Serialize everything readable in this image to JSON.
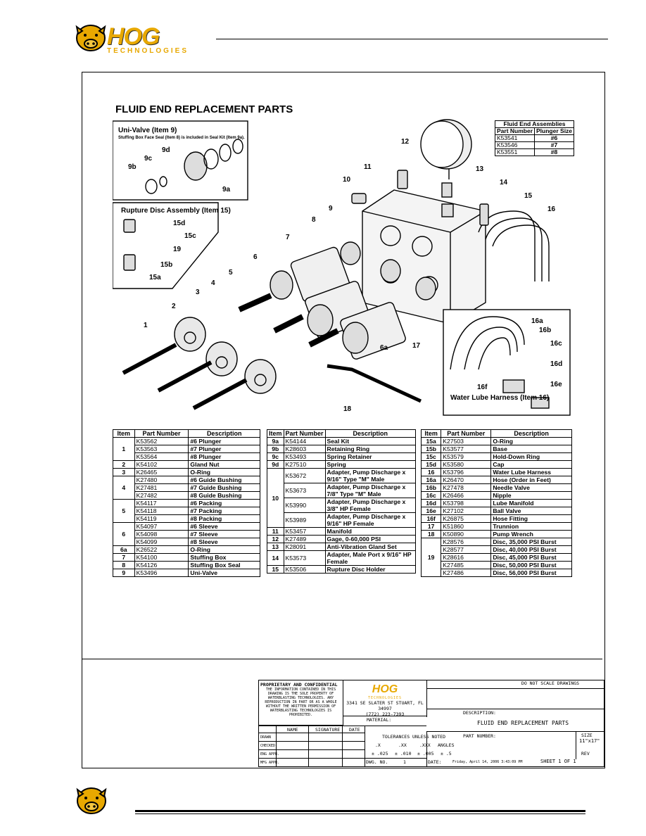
{
  "header": {
    "brand": "HOG",
    "brand_sub": "TECHNOLOGIES"
  },
  "title": "FLUID END REPLACEMENT PARTS",
  "univalve": {
    "heading": "Uni-Valve (Item 9)",
    "note": "Stuffing Box Face Seal (Item 8) is included in Seal Kit (Item 9a).",
    "labels": [
      "9d",
      "9c",
      "9b",
      "9a"
    ]
  },
  "rupture": {
    "heading": "Rupture Disc Assembly (Item 15)",
    "labels": [
      "15d",
      "15c",
      "19",
      "15b",
      "15a"
    ]
  },
  "callouts": [
    "1",
    "2",
    "3",
    "4",
    "5",
    "6",
    "6a",
    "7",
    "8",
    "9",
    "10",
    "11",
    "12",
    "13",
    "14",
    "15",
    "16",
    "17",
    "18"
  ],
  "harness": {
    "labels": [
      "16a",
      "16b",
      "16c",
      "16d",
      "16e",
      "16f"
    ],
    "caption": "Water Lube Harness (Item 16)"
  },
  "assemblies": {
    "title": "Fluid End Assemblies",
    "headers": [
      "Part Number",
      "Plunger Size"
    ],
    "rows": [
      [
        "K53541",
        "#6"
      ],
      [
        "K53546",
        "#7"
      ],
      [
        "K53551",
        "#8"
      ]
    ]
  },
  "table1": {
    "headers": [
      "Item",
      "Part Number",
      "Description"
    ],
    "rows": [
      {
        "item": "1",
        "parts": [
          [
            "K53562",
            "#6 Plunger"
          ],
          [
            "K53563",
            "#7 Plunger"
          ],
          [
            "K53564",
            "#8 Plunger"
          ]
        ]
      },
      {
        "item": "2",
        "parts": [
          [
            "K54102",
            "Gland Nut"
          ]
        ]
      },
      {
        "item": "3",
        "parts": [
          [
            "K26465",
            "O-Ring"
          ]
        ]
      },
      {
        "item": "4",
        "parts": [
          [
            "K27480",
            "#6 Guide Bushing"
          ],
          [
            "K27481",
            "#7 Guide Bushing"
          ],
          [
            "K27482",
            "#8 Guide Bushing"
          ]
        ]
      },
      {
        "item": "5",
        "parts": [
          [
            "K54117",
            "#6 Packing"
          ],
          [
            "K54118",
            "#7 Packing"
          ],
          [
            "K54119",
            "#8 Packing"
          ]
        ]
      },
      {
        "item": "6",
        "parts": [
          [
            "K54097",
            "#6 Sleeve"
          ],
          [
            "K54098",
            "#7 Sleeve"
          ],
          [
            "K54099",
            "#8 Sleeve"
          ]
        ]
      },
      {
        "item": "6a",
        "parts": [
          [
            "K26522",
            "O-Ring"
          ]
        ]
      },
      {
        "item": "7",
        "parts": [
          [
            "K54100",
            "Stuffing Box"
          ]
        ]
      },
      {
        "item": "8",
        "parts": [
          [
            "K54126",
            "Stuffing Box Seal"
          ]
        ]
      },
      {
        "item": "9",
        "parts": [
          [
            "K53496",
            "Uni-Valve"
          ]
        ]
      }
    ]
  },
  "table2": {
    "headers": [
      "Item",
      "Part Number",
      "Description"
    ],
    "rows": [
      {
        "item": "9a",
        "parts": [
          [
            "K54144",
            "Seal Kit"
          ]
        ]
      },
      {
        "item": "9b",
        "parts": [
          [
            "K28603",
            "Retaining Ring"
          ]
        ]
      },
      {
        "item": "9c",
        "parts": [
          [
            "K53493",
            "Spring Retainer"
          ]
        ]
      },
      {
        "item": "9d",
        "parts": [
          [
            "K27510",
            "Spring"
          ]
        ]
      },
      {
        "item": "10",
        "parts": [
          [
            "K53672",
            "Adapter, Pump Discharge x 9/16\" Type \"M\" Male"
          ],
          [
            "K53673",
            "Adapter, Pump Discharge x 7/8\" Type \"M\" Male"
          ],
          [
            "K53990",
            "Adapter, Pump Discharge x 3/8\" HP Female"
          ],
          [
            "K53989",
            "Adapter, Pump Discharge x 9/16\" HP Female"
          ]
        ]
      },
      {
        "item": "11",
        "parts": [
          [
            "K53457",
            "Manifold"
          ]
        ]
      },
      {
        "item": "12",
        "parts": [
          [
            "K27489",
            "Gage, 0-60,000 PSI"
          ]
        ]
      },
      {
        "item": "13",
        "parts": [
          [
            "K28091",
            "Anti-Vibration Gland Set"
          ]
        ]
      },
      {
        "item": "14",
        "parts": [
          [
            "K53573",
            "Adapter, Male Port x 9/16\" HP Female"
          ]
        ]
      },
      {
        "item": "15",
        "parts": [
          [
            "K53506",
            "Rupture Disc Holder"
          ]
        ]
      }
    ]
  },
  "table3": {
    "headers": [
      "Item",
      "Part Number",
      "Description"
    ],
    "rows": [
      {
        "item": "15a",
        "parts": [
          [
            "K27503",
            "O-Ring"
          ]
        ]
      },
      {
        "item": "15b",
        "parts": [
          [
            "K53577",
            "Base"
          ]
        ]
      },
      {
        "item": "15c",
        "parts": [
          [
            "K53579",
            "Hold-Down Ring"
          ]
        ]
      },
      {
        "item": "15d",
        "parts": [
          [
            "K53580",
            "Cap"
          ]
        ]
      },
      {
        "item": "16",
        "parts": [
          [
            "K53796",
            "Water Lube Harness"
          ]
        ]
      },
      {
        "item": "16a",
        "parts": [
          [
            "K26470",
            "Hose (Order in Feet)"
          ]
        ]
      },
      {
        "item": "16b",
        "parts": [
          [
            "K27478",
            "Needle Valve"
          ]
        ]
      },
      {
        "item": "16c",
        "parts": [
          [
            "K26466",
            "Nipple"
          ]
        ]
      },
      {
        "item": "16d",
        "parts": [
          [
            "K53798",
            "Lube Manifold"
          ]
        ]
      },
      {
        "item": "16e",
        "parts": [
          [
            "K27102",
            "Ball Valve"
          ]
        ]
      },
      {
        "item": "16f",
        "parts": [
          [
            "K26875",
            "Hose Fitting"
          ]
        ]
      },
      {
        "item": "17",
        "parts": [
          [
            "K51860",
            "Trunnion"
          ]
        ]
      },
      {
        "item": "18",
        "parts": [
          [
            "K50890",
            "Pump Wrench"
          ]
        ]
      },
      {
        "item": "19",
        "parts": [
          [
            "K28576",
            "Disc, 35,000 PSI Burst"
          ],
          [
            "K28577",
            "Disc, 40,000 PSI Burst"
          ],
          [
            "K28616",
            "Disc, 45,000 PSI Burst"
          ],
          [
            "K27485",
            "Disc, 50,000 PSI Burst"
          ],
          [
            "K27486",
            "Disc, 56,000 PSI Burst"
          ]
        ]
      }
    ]
  },
  "titleblock": {
    "prop_title": "PROPRIETARY AND CONFIDENTIAL",
    "prop_text": "THE INFORMATION CONTAINED IN THIS DRAWING IS THE SOLE PROPERTY OF WATERBLASTING TECHNOLOGIES. ANY REPRODUCTION IN PART OR AS A WHOLE WITHOUT THE WRITTEN PERMISSION OF WATERBLASTING TECHNOLOGIES IS PROHIBITED.",
    "address": "3341 SE SLATER ST STUART, FL 34997",
    "phone": "(772) 223-7393",
    "material": "MATERIAL:",
    "no_scale": "DO NOT SCALE DRAWINGS",
    "description_label": "DESCRIPTION:",
    "description": "FLUID END REPLACEMENT PARTS",
    "part_number": "PART NUMBER:",
    "size_label": "SIZE",
    "size": "11\"x17\"",
    "rev": "REV",
    "sheet": "SHEET 1 OF 1",
    "date_label": "DATE:",
    "date": "Friday, April 14, 2006 3:43:09 PM",
    "dwg_label": "DWG. NO.",
    "dwg": "1",
    "tolerances": "TOLERANCES UNLESS NOTED",
    "tol_heads": [
      ".X",
      ".XX",
      ".XXX",
      "ANGLES"
    ],
    "tol_vals": [
      "± .025",
      "± .010",
      "± .005",
      "± .5"
    ],
    "name_cols": [
      "NAME",
      "SIGNATURE",
      "DATE"
    ],
    "roles": [
      "DRAWN",
      "CHECKED",
      "ENG APPR.",
      "MFG APPR."
    ]
  }
}
